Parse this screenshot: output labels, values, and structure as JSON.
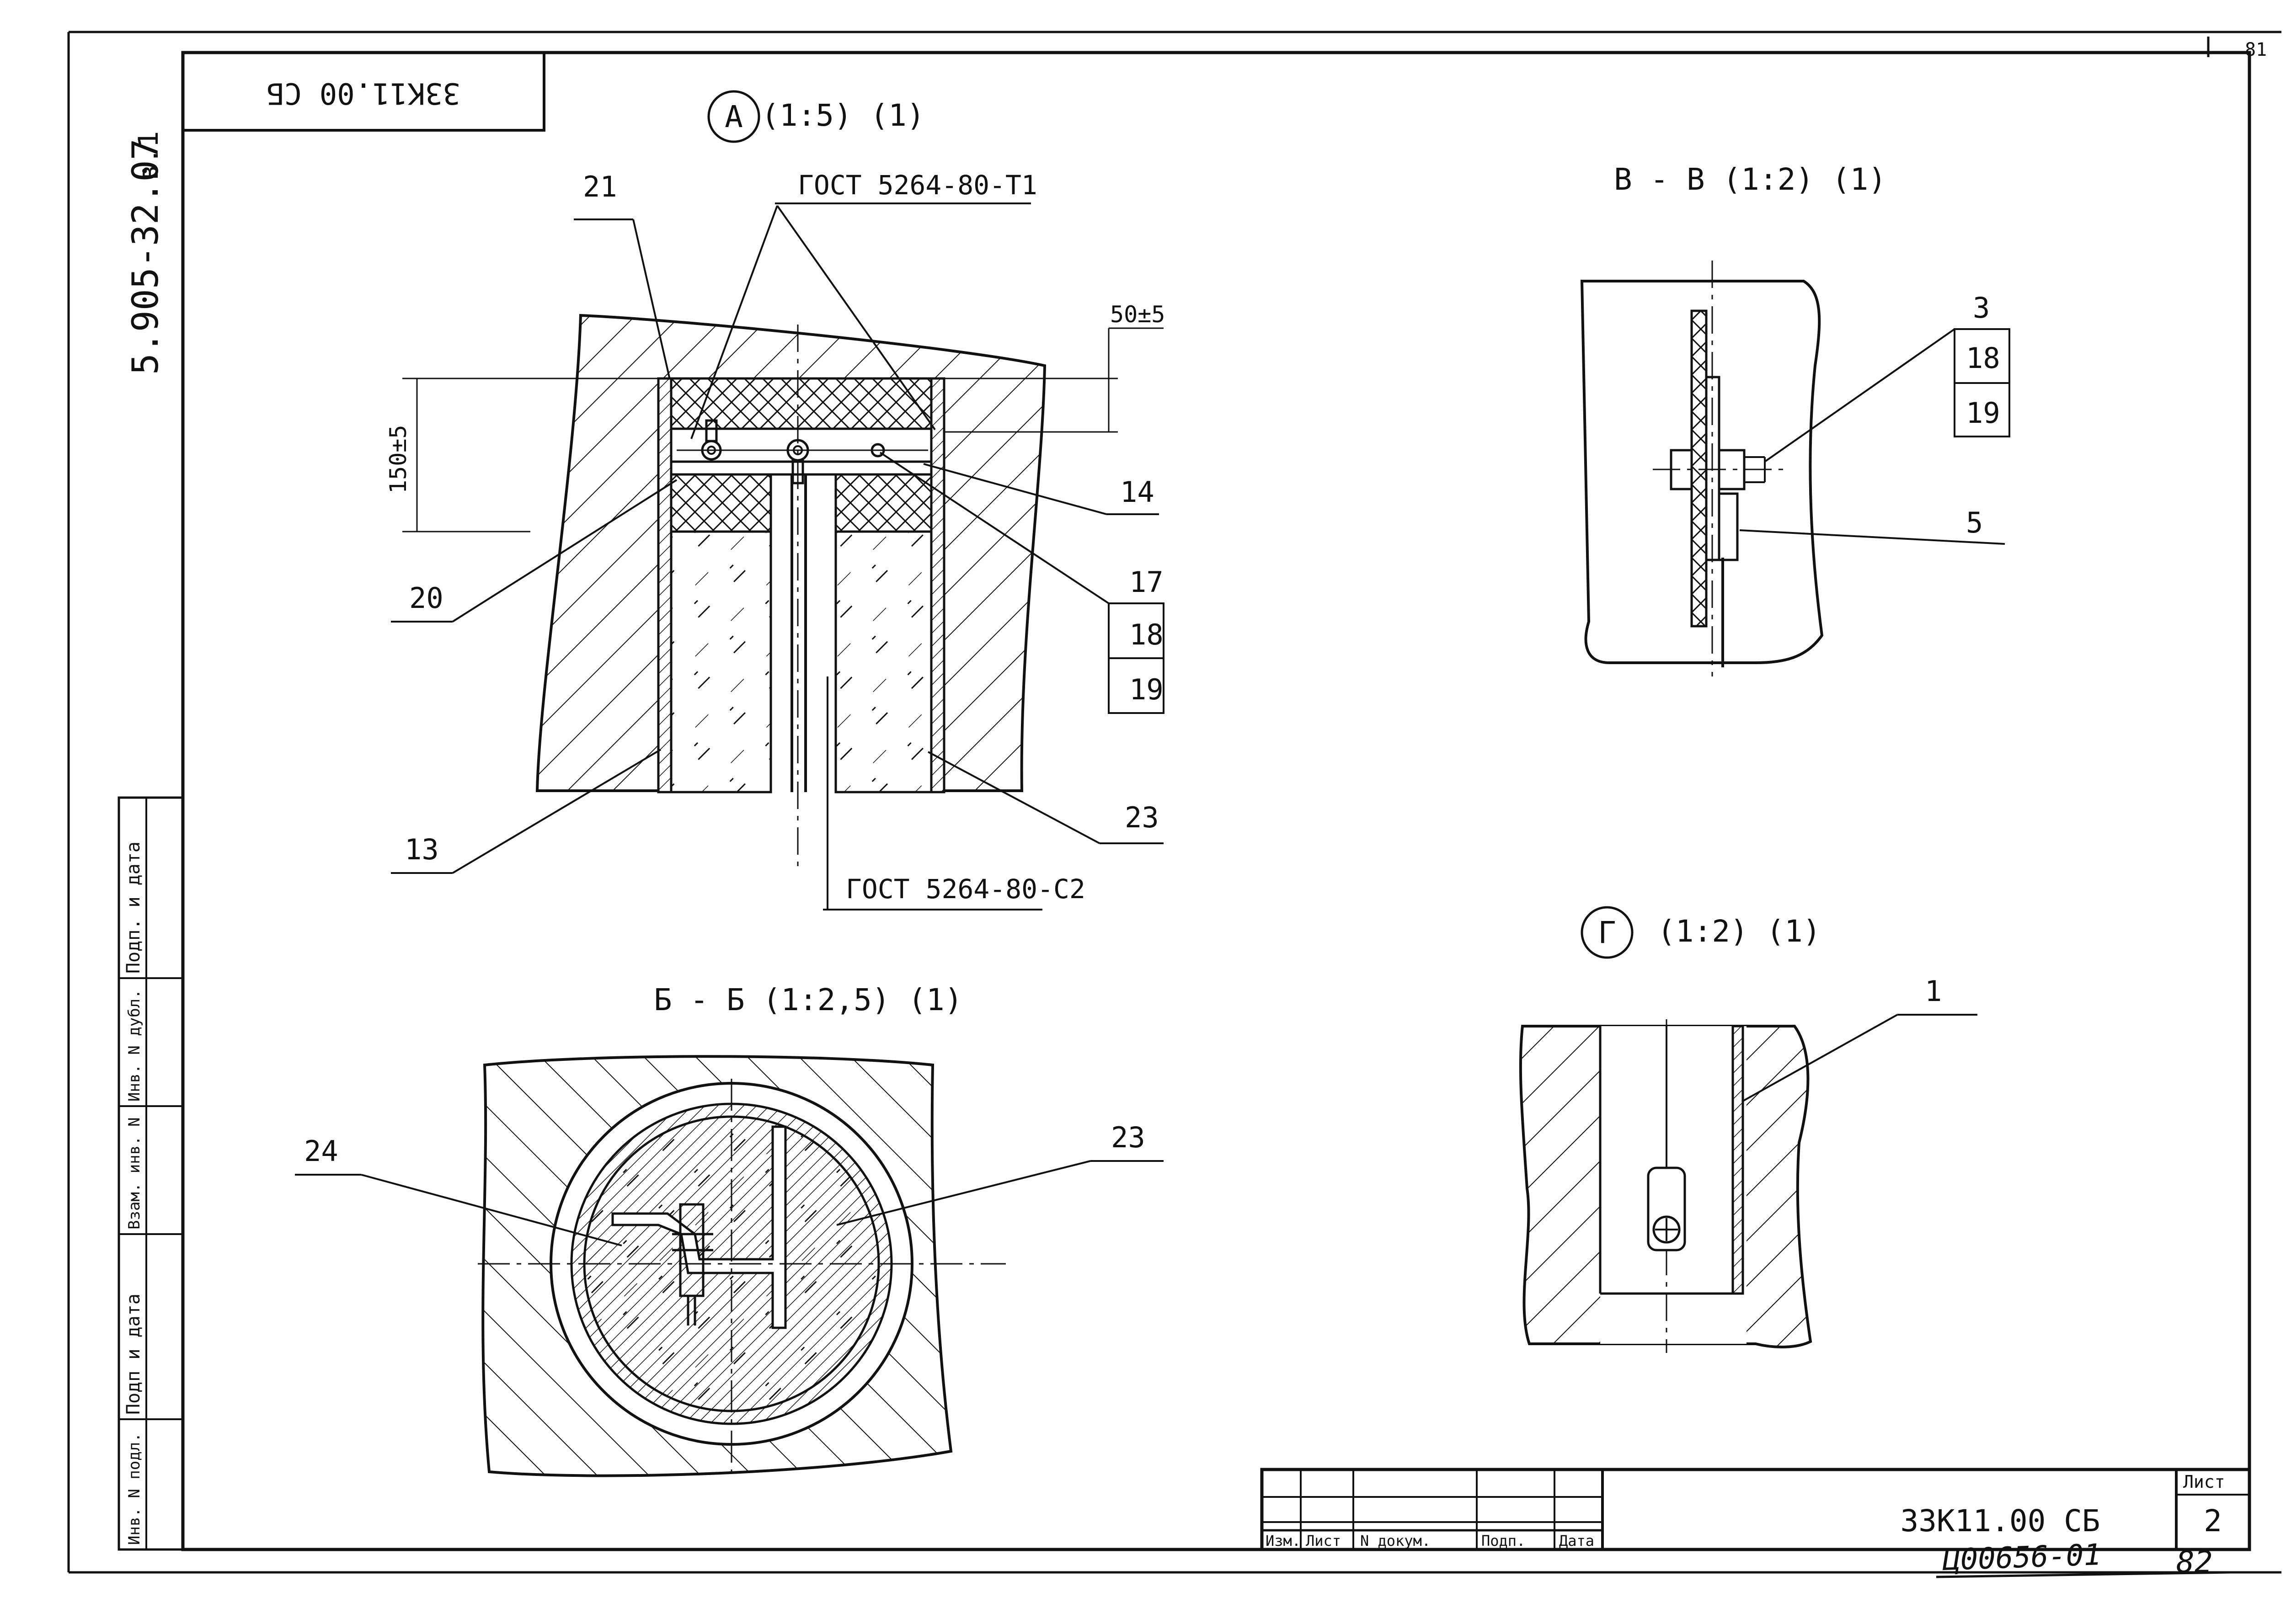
{
  "sheet": {
    "corner_page": "81",
    "rotated_code": "33К11.00 СБ",
    "side_code": "5.905-32.07",
    "side_version": "в.1"
  },
  "left_strip": {
    "labels": [
      "Подп. и дата",
      "Инв. N дубл.",
      "Взам. инв. N",
      "Подп и дата",
      "Инв. N подл."
    ]
  },
  "view_a": {
    "marker": "А",
    "title": "(1:5) (1)",
    "weld_top": "ГОСТ 5264-80-Т1",
    "weld_bottom": "ГОСТ 5264-80-С2",
    "dim_height": "150±5",
    "dim_top": "50±5",
    "callouts": [
      "21",
      "14",
      "20",
      "17",
      "18",
      "19",
      "13",
      "23"
    ]
  },
  "view_b": {
    "title": "Б - Б (1:2,5) (1)",
    "callouts": [
      "24",
      "23"
    ]
  },
  "view_v": {
    "title": "В - В (1:2) (1)",
    "callouts": [
      "3",
      "18",
      "19",
      "5"
    ]
  },
  "view_g": {
    "marker": "Г",
    "title": "(1:2) (1)",
    "callouts": [
      "1"
    ]
  },
  "title_block": {
    "headers": [
      "Изм.",
      "Лист",
      "N докум.",
      "Подп.",
      "Дата"
    ],
    "designation": "33К11.00 СБ",
    "sheet_label": "Лист",
    "sheet_number": "2"
  },
  "handwritten": {
    "archive": "Ц00656-01",
    "page": "82"
  }
}
